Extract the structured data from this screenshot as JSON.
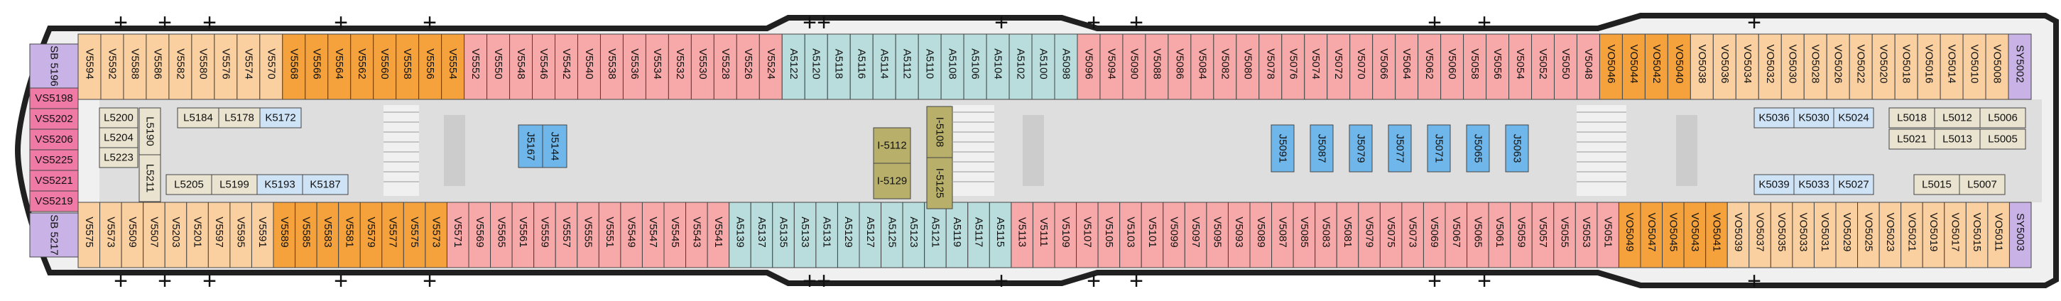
{
  "colors": {
    "V": "#f7a8a8",
    "VS": "#f07aa6",
    "VO": "#f5a23c",
    "VL": "#fbd0a0",
    "A": "#b9dcdc",
    "K": "#cfe3f7",
    "J": "#6fb7ea",
    "L": "#e9e3cf",
    "S": "#c9b3e6",
    "I": "#b8b06a",
    "hull": "#202020",
    "deck": "#f0f0f0",
    "corridor": "#dedede"
  },
  "top_row": [
    {
      "id": "V5594",
      "c": "VL"
    },
    {
      "id": "V5592",
      "c": "VL"
    },
    {
      "id": "V5588",
      "c": "VL"
    },
    {
      "id": "V5586",
      "c": "VL"
    },
    {
      "id": "V5582",
      "c": "VL"
    },
    {
      "id": "V5580",
      "c": "VL"
    },
    {
      "id": "V5576",
      "c": "VL"
    },
    {
      "id": "V5574",
      "c": "VL"
    },
    {
      "id": "V5570",
      "c": "VL"
    },
    {
      "id": "V5568",
      "c": "VO"
    },
    {
      "id": "V5566",
      "c": "VO"
    },
    {
      "id": "V5564",
      "c": "VO"
    },
    {
      "id": "V5562",
      "c": "VO"
    },
    {
      "id": "V5560",
      "c": "VO"
    },
    {
      "id": "V5558",
      "c": "VO"
    },
    {
      "id": "V5556",
      "c": "VO"
    },
    {
      "id": "V5554",
      "c": "VO"
    },
    {
      "id": "V5552",
      "c": "V"
    },
    {
      "id": "V5550",
      "c": "V"
    },
    {
      "id": "V5548",
      "c": "V"
    },
    {
      "id": "V5546",
      "c": "V"
    },
    {
      "id": "V5542",
      "c": "V"
    },
    {
      "id": "V5540",
      "c": "V"
    },
    {
      "id": "V5538",
      "c": "V"
    },
    {
      "id": "V5536",
      "c": "V"
    },
    {
      "id": "V5534",
      "c": "V"
    },
    {
      "id": "V5532",
      "c": "V"
    },
    {
      "id": "V5530",
      "c": "V"
    },
    {
      "id": "V5528",
      "c": "V"
    },
    {
      "id": "V5526",
      "c": "V"
    },
    {
      "id": "V5524",
      "c": "V"
    },
    {
      "id": "A5122",
      "c": "A"
    },
    {
      "id": "A5120",
      "c": "A"
    },
    {
      "id": "A5118",
      "c": "A"
    },
    {
      "id": "A5116",
      "c": "A"
    },
    {
      "id": "A5114",
      "c": "A"
    },
    {
      "id": "A5112",
      "c": "A"
    },
    {
      "id": "A5110",
      "c": "A"
    },
    {
      "id": "A5108",
      "c": "A"
    },
    {
      "id": "A5106",
      "c": "A"
    },
    {
      "id": "A5104",
      "c": "A"
    },
    {
      "id": "A5102",
      "c": "A"
    },
    {
      "id": "A5100",
      "c": "A"
    },
    {
      "id": "A5098",
      "c": "A"
    },
    {
      "id": "V5096",
      "c": "V"
    },
    {
      "id": "V5094",
      "c": "V"
    },
    {
      "id": "V5090",
      "c": "V"
    },
    {
      "id": "V5088",
      "c": "V"
    },
    {
      "id": "V5086",
      "c": "V"
    },
    {
      "id": "V5084",
      "c": "V"
    },
    {
      "id": "V5082",
      "c": "V"
    },
    {
      "id": "V5080",
      "c": "V"
    },
    {
      "id": "V5078",
      "c": "V"
    },
    {
      "id": "V5076",
      "c": "V"
    },
    {
      "id": "V5074",
      "c": "V"
    },
    {
      "id": "V5072",
      "c": "V"
    },
    {
      "id": "V5070",
      "c": "V"
    },
    {
      "id": "V5066",
      "c": "V"
    },
    {
      "id": "V5064",
      "c": "V"
    },
    {
      "id": "V5062",
      "c": "V"
    },
    {
      "id": "V5060",
      "c": "V"
    },
    {
      "id": "V5058",
      "c": "V"
    },
    {
      "id": "V5056",
      "c": "V"
    },
    {
      "id": "V5054",
      "c": "V"
    },
    {
      "id": "V5052",
      "c": "V"
    },
    {
      "id": "V5050",
      "c": "V"
    },
    {
      "id": "V5048",
      "c": "V"
    },
    {
      "id": "VO5046",
      "c": "VO"
    },
    {
      "id": "VO5044",
      "c": "VO"
    },
    {
      "id": "VO5042",
      "c": "VO"
    },
    {
      "id": "VO5040",
      "c": "VO"
    },
    {
      "id": "VO5038",
      "c": "VL"
    },
    {
      "id": "VO5036",
      "c": "VL"
    },
    {
      "id": "VO5034",
      "c": "VL"
    },
    {
      "id": "VO5032",
      "c": "VL"
    },
    {
      "id": "VO5030",
      "c": "VL"
    },
    {
      "id": "VO5028",
      "c": "VL"
    },
    {
      "id": "VO5026",
      "c": "VL"
    },
    {
      "id": "VO5022",
      "c": "VL"
    },
    {
      "id": "VO5020",
      "c": "VL"
    },
    {
      "id": "VO5018",
      "c": "VL"
    },
    {
      "id": "VO5016",
      "c": "VL"
    },
    {
      "id": "VO5014",
      "c": "VL"
    },
    {
      "id": "VO5010",
      "c": "VL"
    },
    {
      "id": "VO5008",
      "c": "VL"
    },
    {
      "id": "SY5002",
      "c": "S"
    }
  ],
  "bottom_row": [
    {
      "id": "V5575",
      "c": "VL"
    },
    {
      "id": "V5573",
      "c": "VL"
    },
    {
      "id": "V5509",
      "c": "VL"
    },
    {
      "id": "V5507",
      "c": "VL"
    },
    {
      "id": "V5203",
      "c": "VL"
    },
    {
      "id": "V5201",
      "c": "VL"
    },
    {
      "id": "V5597",
      "c": "VL"
    },
    {
      "id": "V5595",
      "c": "VL"
    },
    {
      "id": "V5591",
      "c": "VL"
    },
    {
      "id": "V5589",
      "c": "VO"
    },
    {
      "id": "V5585",
      "c": "VO"
    },
    {
      "id": "V5583",
      "c": "VO"
    },
    {
      "id": "V5581",
      "c": "VO"
    },
    {
      "id": "V5579",
      "c": "VO"
    },
    {
      "id": "V5577",
      "c": "VO"
    },
    {
      "id": "V5575",
      "c": "VO"
    },
    {
      "id": "V5573",
      "c": "VO"
    },
    {
      "id": "V5571",
      "c": "V"
    },
    {
      "id": "V5569",
      "c": "V"
    },
    {
      "id": "V5565",
      "c": "V"
    },
    {
      "id": "V5561",
      "c": "V"
    },
    {
      "id": "V5559",
      "c": "V"
    },
    {
      "id": "V5557",
      "c": "V"
    },
    {
      "id": "V5555",
      "c": "V"
    },
    {
      "id": "V5551",
      "c": "V"
    },
    {
      "id": "V5549",
      "c": "V"
    },
    {
      "id": "V5547",
      "c": "V"
    },
    {
      "id": "V5545",
      "c": "V"
    },
    {
      "id": "V5543",
      "c": "V"
    },
    {
      "id": "V5541",
      "c": "V"
    },
    {
      "id": "A5139",
      "c": "A"
    },
    {
      "id": "A5137",
      "c": "A"
    },
    {
      "id": "A5135",
      "c": "A"
    },
    {
      "id": "A5133",
      "c": "A"
    },
    {
      "id": "A5131",
      "c": "A"
    },
    {
      "id": "A5129",
      "c": "A"
    },
    {
      "id": "A5127",
      "c": "A"
    },
    {
      "id": "A5125",
      "c": "A"
    },
    {
      "id": "A5123",
      "c": "A"
    },
    {
      "id": "A5121",
      "c": "A"
    },
    {
      "id": "A5119",
      "c": "A"
    },
    {
      "id": "A5117",
      "c": "A"
    },
    {
      "id": "A5115",
      "c": "A"
    },
    {
      "id": "V5113",
      "c": "V"
    },
    {
      "id": "V5111",
      "c": "V"
    },
    {
      "id": "V5109",
      "c": "V"
    },
    {
      "id": "V5107",
      "c": "V"
    },
    {
      "id": "V5105",
      "c": "V"
    },
    {
      "id": "V5103",
      "c": "V"
    },
    {
      "id": "V5101",
      "c": "V"
    },
    {
      "id": "V5099",
      "c": "V"
    },
    {
      "id": "V5097",
      "c": "V"
    },
    {
      "id": "V5095",
      "c": "V"
    },
    {
      "id": "V5093",
      "c": "V"
    },
    {
      "id": "V5089",
      "c": "V"
    },
    {
      "id": "V5087",
      "c": "V"
    },
    {
      "id": "V5085",
      "c": "V"
    },
    {
      "id": "V5083",
      "c": "V"
    },
    {
      "id": "V5081",
      "c": "V"
    },
    {
      "id": "V5079",
      "c": "V"
    },
    {
      "id": "V5075",
      "c": "V"
    },
    {
      "id": "V5073",
      "c": "V"
    },
    {
      "id": "V5069",
      "c": "V"
    },
    {
      "id": "V5067",
      "c": "V"
    },
    {
      "id": "V5065",
      "c": "V"
    },
    {
      "id": "V5061",
      "c": "V"
    },
    {
      "id": "V5059",
      "c": "V"
    },
    {
      "id": "V5057",
      "c": "V"
    },
    {
      "id": "V5055",
      "c": "V"
    },
    {
      "id": "V5053",
      "c": "V"
    },
    {
      "id": "V5051",
      "c": "V"
    },
    {
      "id": "VO5049",
      "c": "VO"
    },
    {
      "id": "VO5047",
      "c": "VO"
    },
    {
      "id": "VO5045",
      "c": "VO"
    },
    {
      "id": "VO5043",
      "c": "VO"
    },
    {
      "id": "VO5041",
      "c": "VO"
    },
    {
      "id": "VO5039",
      "c": "VL"
    },
    {
      "id": "VO5037",
      "c": "VL"
    },
    {
      "id": "VO5035",
      "c": "VL"
    },
    {
      "id": "VO5033",
      "c": "VL"
    },
    {
      "id": "VO5031",
      "c": "VL"
    },
    {
      "id": "VO5029",
      "c": "VL"
    },
    {
      "id": "VO5025",
      "c": "VL"
    },
    {
      "id": "VO5023",
      "c": "VL"
    },
    {
      "id": "VO5021",
      "c": "VL"
    },
    {
      "id": "VO5019",
      "c": "VL"
    },
    {
      "id": "VO5017",
      "c": "VL"
    },
    {
      "id": "VO5015",
      "c": "VL"
    },
    {
      "id": "VO5011",
      "c": "VL"
    },
    {
      "id": "SY5003",
      "c": "S"
    }
  ],
  "bow_suites": [
    {
      "id": "VS5198",
      "c": "VS"
    },
    {
      "id": "VS5202",
      "c": "VS"
    },
    {
      "id": "VS5206",
      "c": "VS"
    },
    {
      "id": "VS5225",
      "c": "VS"
    },
    {
      "id": "VS5221",
      "c": "VS"
    },
    {
      "id": "VS5219",
      "c": "VS"
    }
  ],
  "bow_s_top": {
    "id": "SB 5196",
    "c": "S"
  },
  "bow_s_bottom": {
    "id": "SB 5217",
    "c": "S"
  },
  "inner_fwd_left": [
    {
      "id": "L5200",
      "c": "L"
    },
    {
      "id": "L5204",
      "c": "L"
    },
    {
      "id": "L5223",
      "c": "L"
    }
  ],
  "inner_fwd_vertical": [
    {
      "id": "L5190",
      "c": "L"
    },
    {
      "id": "L5211",
      "c": "L"
    }
  ],
  "inner_fwd_top": [
    {
      "id": "L5184",
      "c": "L"
    },
    {
      "id": "L5178",
      "c": "L"
    },
    {
      "id": "K5172",
      "c": "K"
    }
  ],
  "inner_fwd_bottom": [
    {
      "id": "L5205",
      "c": "L"
    },
    {
      "id": "L5199",
      "c": "L"
    },
    {
      "id": "K5193",
      "c": "K"
    },
    {
      "id": "K5187",
      "c": "K"
    }
  ],
  "inner_j_mid": [
    {
      "id": "J5167",
      "c": "J"
    },
    {
      "id": "J5144",
      "c": "J"
    }
  ],
  "inner_i_left": [
    {
      "id": "I-5112",
      "c": "I"
    },
    {
      "id": "I-5129",
      "c": "I"
    }
  ],
  "inner_i_right": [
    {
      "id": "I-5108",
      "c": "I"
    },
    {
      "id": "I-5125",
      "c": "I"
    }
  ],
  "inner_j_aft": [
    {
      "id": "J5091",
      "c": "J"
    },
    {
      "id": "J5087",
      "c": "J"
    },
    {
      "id": "J5079",
      "c": "J"
    },
    {
      "id": "J5077",
      "c": "J"
    },
    {
      "id": "J5071",
      "c": "J"
    },
    {
      "id": "J5065",
      "c": "J"
    },
    {
      "id": "J5063",
      "c": "J"
    }
  ],
  "inner_aft_k_top": [
    {
      "id": "K5036",
      "c": "K"
    },
    {
      "id": "K5030",
      "c": "K"
    },
    {
      "id": "K5024",
      "c": "K"
    }
  ],
  "inner_aft_k_bottom": [
    {
      "id": "K5039",
      "c": "K"
    },
    {
      "id": "K5033",
      "c": "K"
    },
    {
      "id": "K5027",
      "c": "K"
    }
  ],
  "inner_aft_l_grid": [
    [
      {
        "id": "L5018",
        "c": "L"
      },
      {
        "id": "L5012",
        "c": "L"
      },
      {
        "id": "L5006",
        "c": "L"
      }
    ],
    [
      {
        "id": "L5021",
        "c": "L"
      },
      {
        "id": "L5013",
        "c": "L"
      },
      {
        "id": "L5005",
        "c": "L"
      }
    ],
    [
      {
        "id": "L5015",
        "c": "L"
      },
      {
        "id": "L5007",
        "c": "L"
      }
    ]
  ]
}
